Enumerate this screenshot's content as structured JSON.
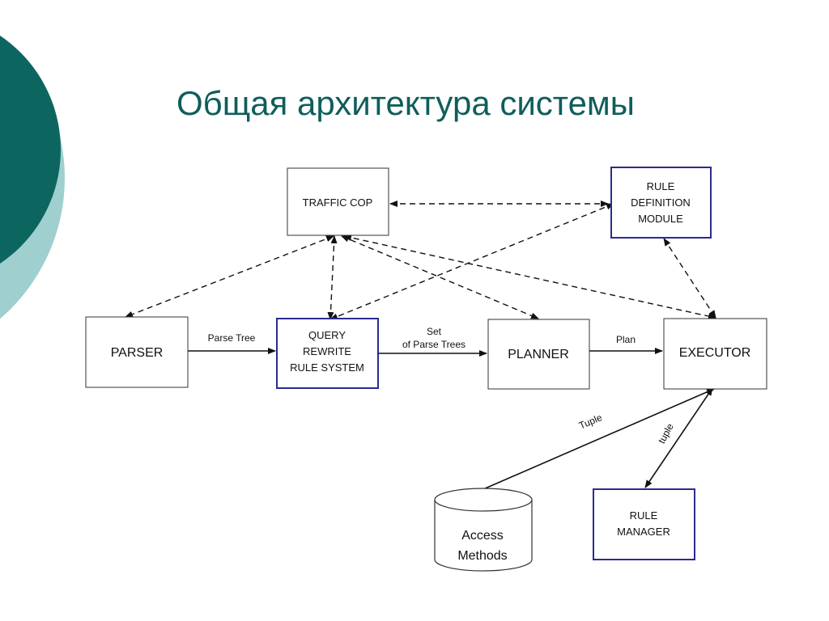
{
  "slide": {
    "title": "Общая архитектура системы",
    "colors": {
      "title": "#0f5e5b",
      "deco_dark": "#0d6560",
      "deco_light": "#9fcfcf",
      "blue_border": "#2b2b8f"
    }
  },
  "nodes": {
    "traffic_cop": {
      "lines": [
        "TRAFFIC COP"
      ]
    },
    "rule_definition": {
      "lines": [
        "RULE",
        "DEFINITION",
        "MODULE"
      ]
    },
    "parser": {
      "lines": [
        "PARSER"
      ]
    },
    "query_rewrite": {
      "lines": [
        "QUERY",
        "REWRITE",
        "RULE SYSTEM"
      ]
    },
    "planner": {
      "lines": [
        "PLANNER"
      ]
    },
    "executor": {
      "lines": [
        "EXECUTOR"
      ]
    },
    "access_methods": {
      "lines": [
        "Access",
        "Methods"
      ]
    },
    "rule_manager": {
      "lines": [
        "RULE",
        "MANAGER"
      ]
    }
  },
  "edges": {
    "parse_tree": "Parse Tree",
    "set_line1": "Set",
    "set_line2": "of Parse Trees",
    "plan": "Plan",
    "tuple_access": "Tuple",
    "tuple_manager": "tuple"
  }
}
